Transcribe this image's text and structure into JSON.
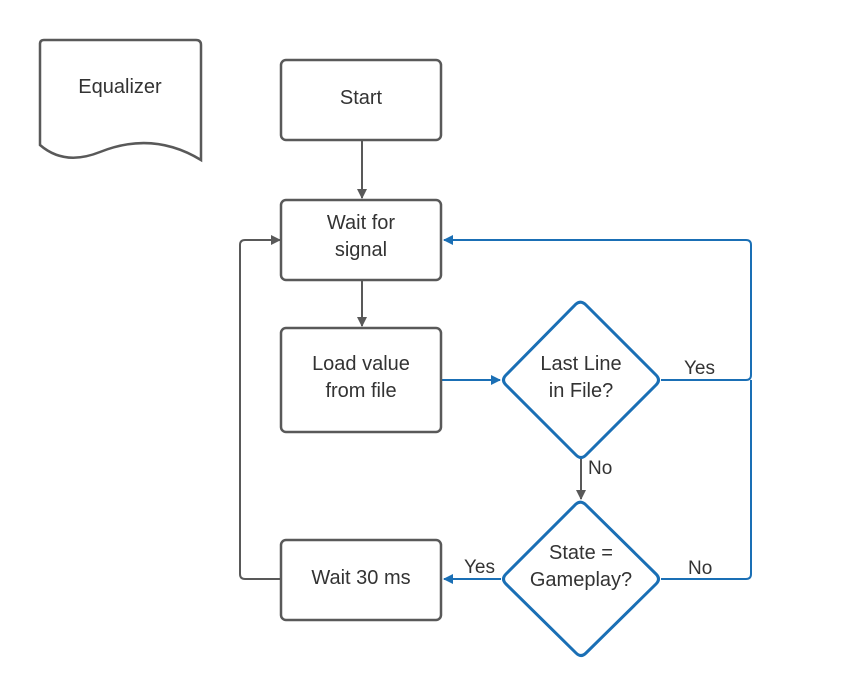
{
  "colors": {
    "gray_stroke": "#595959",
    "blue_stroke": "#1a6fb5",
    "text": "#333333",
    "background": "#ffffff"
  },
  "document_label": "Equalizer",
  "nodes": {
    "start": "Start",
    "wait_signal": [
      "Wait for",
      "signal"
    ],
    "load_value": [
      "Load value",
      "from file"
    ],
    "last_line": [
      "Last Line",
      "in File?"
    ],
    "state_gameplay": [
      "State =",
      "Gameplay?"
    ],
    "wait_30": "Wait 30 ms"
  },
  "edge_labels": {
    "last_line_yes": "Yes",
    "last_line_no": "No",
    "state_yes": "Yes",
    "state_no": "No"
  }
}
